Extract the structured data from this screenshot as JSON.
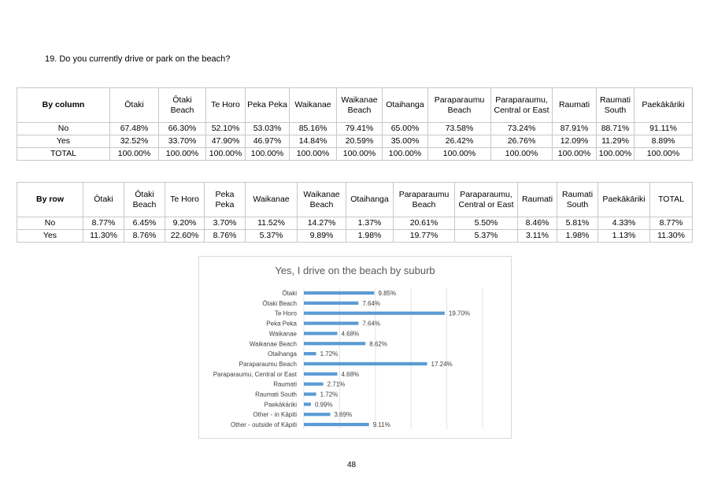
{
  "question": "19.  Do you currently drive or park on the beach?",
  "table_by_column": {
    "header": [
      "By column",
      "Ōtaki",
      "Ōtaki Beach",
      "Te Horo",
      "Peka Peka",
      "Waikanae",
      "Waikanae Beach",
      "Otaihanga",
      "Paraparaumu Beach",
      "Paraparaumu, Central or East",
      "Raumati",
      "Raumati South",
      "Paekākāriki"
    ],
    "rows": [
      [
        "No",
        "67.48%",
        "66.30%",
        "52.10%",
        "53.03%",
        "85.16%",
        "79.41%",
        "65.00%",
        "73.58%",
        "73.24%",
        "87.91%",
        "88.71%",
        "91.11%"
      ],
      [
        "Yes",
        "32.52%",
        "33.70%",
        "47.90%",
        "46.97%",
        "14.84%",
        "20.59%",
        "35.00%",
        "26.42%",
        "26.76%",
        "12.09%",
        "11.29%",
        "8.89%"
      ],
      [
        "TOTAL",
        "100.00%",
        "100.00%",
        "100.00%",
        "100.00%",
        "100.00%",
        "100.00%",
        "100.00%",
        "100.00%",
        "100.00%",
        "100.00%",
        "100.00%",
        "100.00%"
      ]
    ]
  },
  "table_by_row": {
    "header": [
      "By row",
      "Ōtaki",
      "Ōtaki Beach",
      "Te Horo",
      "Peka Peka",
      "Waikanae",
      "Waikanae Beach",
      "Otaihanga",
      "Paraparaumu Beach",
      "Paraparaumu, Central or East",
      "Raumati",
      "Raumati South",
      "Paekākāriki",
      "TOTAL"
    ],
    "rows": [
      [
        "No",
        "8.77%",
        "6.45%",
        "9.20%",
        "3.70%",
        "11.52%",
        "14.27%",
        "1.37%",
        "20.61%",
        "5.50%",
        "8.46%",
        "5.81%",
        "4.33%",
        "8.77%"
      ],
      [
        "Yes",
        "11.30%",
        "8.76%",
        "22.60%",
        "8.76%",
        "5.37%",
        "9.89%",
        "1.98%",
        "19.77%",
        "5.37%",
        "3.11%",
        "1.98%",
        "1.13%",
        "11.30%"
      ]
    ]
  },
  "chart_data": {
    "type": "bar",
    "orientation": "horizontal",
    "title": "Yes, I drive on the beach by suburb",
    "categories": [
      "Ōtaki",
      "Ōtaki Beach",
      "Te Horo",
      "Peka Peka",
      "Waikanae",
      "Waikanae Beach",
      "Otaihanga",
      "Paraparaumu Beach",
      "Paraparaumu, Central or East",
      "Raumati",
      "Raumati South",
      "Paekākāriki",
      "Other - in Kāpiti",
      "Other - outside of Kāpiti"
    ],
    "values": [
      9.85,
      7.64,
      19.7,
      7.64,
      4.68,
      8.62,
      1.72,
      17.24,
      4.68,
      2.71,
      1.72,
      0.99,
      3.69,
      9.11
    ],
    "labels": [
      "9.85%",
      "7.64%",
      "19.70%",
      "7.64%",
      "4.68%",
      "8.62%",
      "1.72%",
      "17.24%",
      "4.68%",
      "2.71%",
      "1.72%",
      "0.99%",
      "3.69%",
      "9.11%"
    ],
    "xlim": [
      0,
      25
    ],
    "grid": true,
    "bar_color": "#5b9bd5"
  },
  "page_number": "48"
}
